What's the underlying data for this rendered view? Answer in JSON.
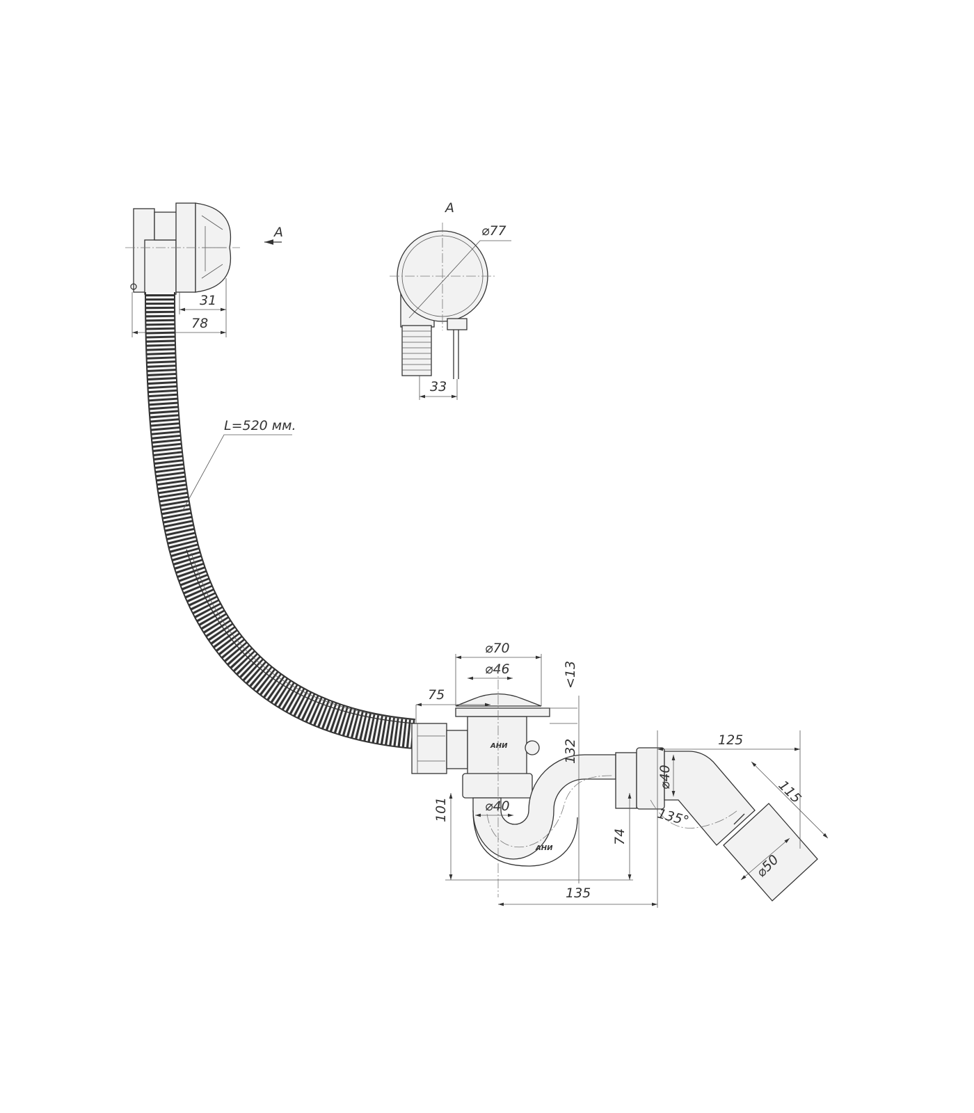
{
  "view_labels": {
    "arrow_a": "A",
    "view_a": "A"
  },
  "overflow": {
    "dim_31": "31",
    "dim_78": "78"
  },
  "view_a_dims": {
    "diameter": "⌀77",
    "dim_33": "33"
  },
  "hose": {
    "length": "L=520 мм."
  },
  "drain": {
    "dia_70": "⌀70",
    "dia_46": "⌀46",
    "height_13": "<13",
    "dim_75": "75",
    "dim_132": "132",
    "dim_101": "101"
  },
  "trap": {
    "dia_40": "⌀40",
    "dim_74": "74",
    "dim_135": "135"
  },
  "outlet": {
    "dim_125": "125",
    "dim_115": "115",
    "dia_40": "⌀40",
    "angle": "135°",
    "dia_50": "⌀50"
  },
  "logo_text": "АНИ"
}
